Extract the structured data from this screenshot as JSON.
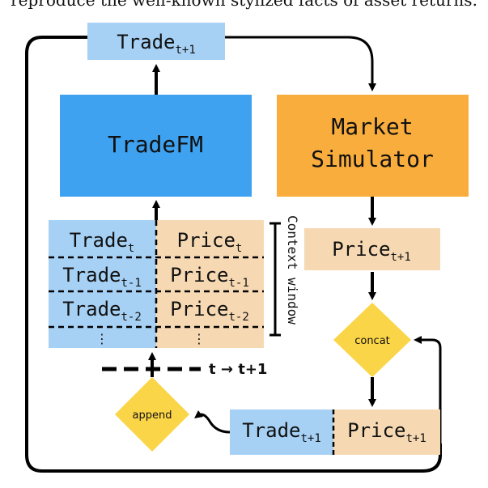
{
  "caption": "reproduce the well-known stylized facts of asset returns.",
  "colors": {
    "light_blue": "#a6d1f5",
    "model_blue": "#3ea2f0",
    "orange": "#f9ad3d",
    "tan": "#f6d9b3",
    "diamond_yellow": "#fbd548",
    "stroke": "#000000"
  },
  "nodes": {
    "trade_next_top": {
      "base": "Trade",
      "sub": "t+1"
    },
    "model": {
      "label": "TradeFM"
    },
    "simulator": {
      "line1": "Market",
      "line2": "Simulator"
    },
    "price_next": {
      "base": "Price",
      "sub": "t+1"
    },
    "concat": {
      "label": "concat"
    },
    "append": {
      "label": "append"
    },
    "bottom_pair": {
      "trade": {
        "base": "Trade",
        "sub": "t+1"
      },
      "price": {
        "base": "Price",
        "sub": "t+1"
      }
    }
  },
  "context_window": {
    "label": "Context window",
    "rows": [
      {
        "trade": {
          "base": "Trade",
          "sub": "t"
        },
        "price": {
          "base": "Price",
          "sub": "t"
        }
      },
      {
        "trade": {
          "base": "Trade",
          "sub": "t-1"
        },
        "price": {
          "base": "Price",
          "sub": "t-1"
        }
      },
      {
        "trade": {
          "base": "Trade",
          "sub": "t-2"
        },
        "price": {
          "base": "Price",
          "sub": "t-2"
        }
      }
    ],
    "ellipsis": "⋮"
  },
  "time_step": {
    "label": "t → t+1"
  }
}
